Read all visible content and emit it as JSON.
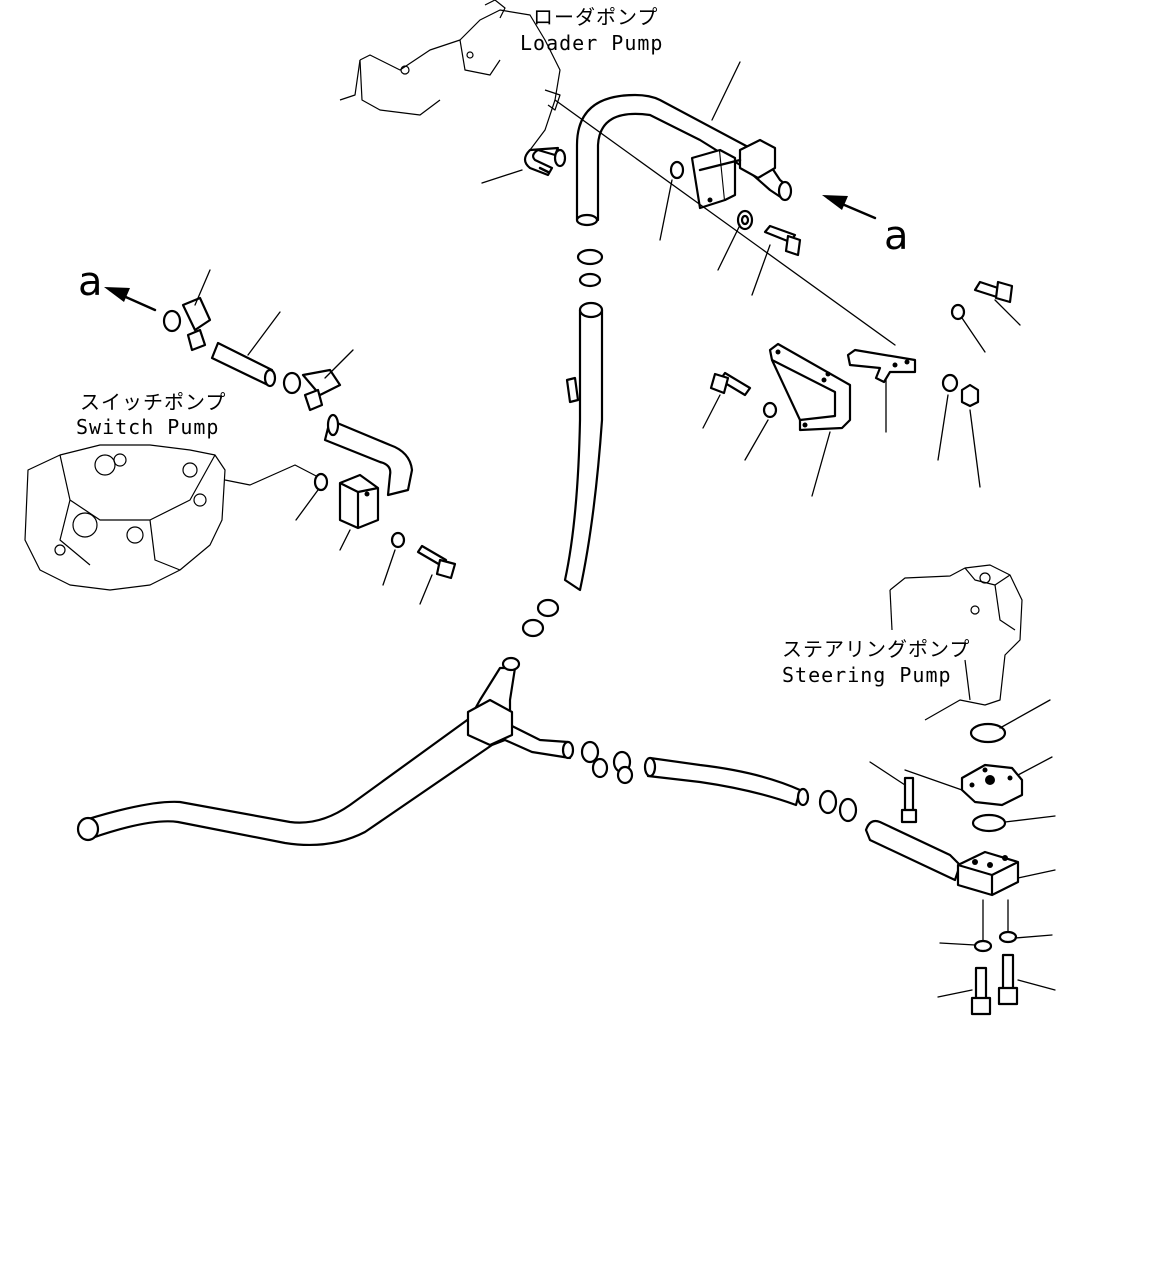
{
  "labels": {
    "loader_pump_ja": "ローダポンプ",
    "loader_pump_en": "Loader Pump",
    "switch_pump_ja": "スイッチポンプ",
    "switch_pump_en": "Switch Pump",
    "steering_pump_ja": "ステアリングポンプ",
    "steering_pump_en": "Steering Pump",
    "view_ref_right": "a",
    "view_ref_left": "a"
  }
}
